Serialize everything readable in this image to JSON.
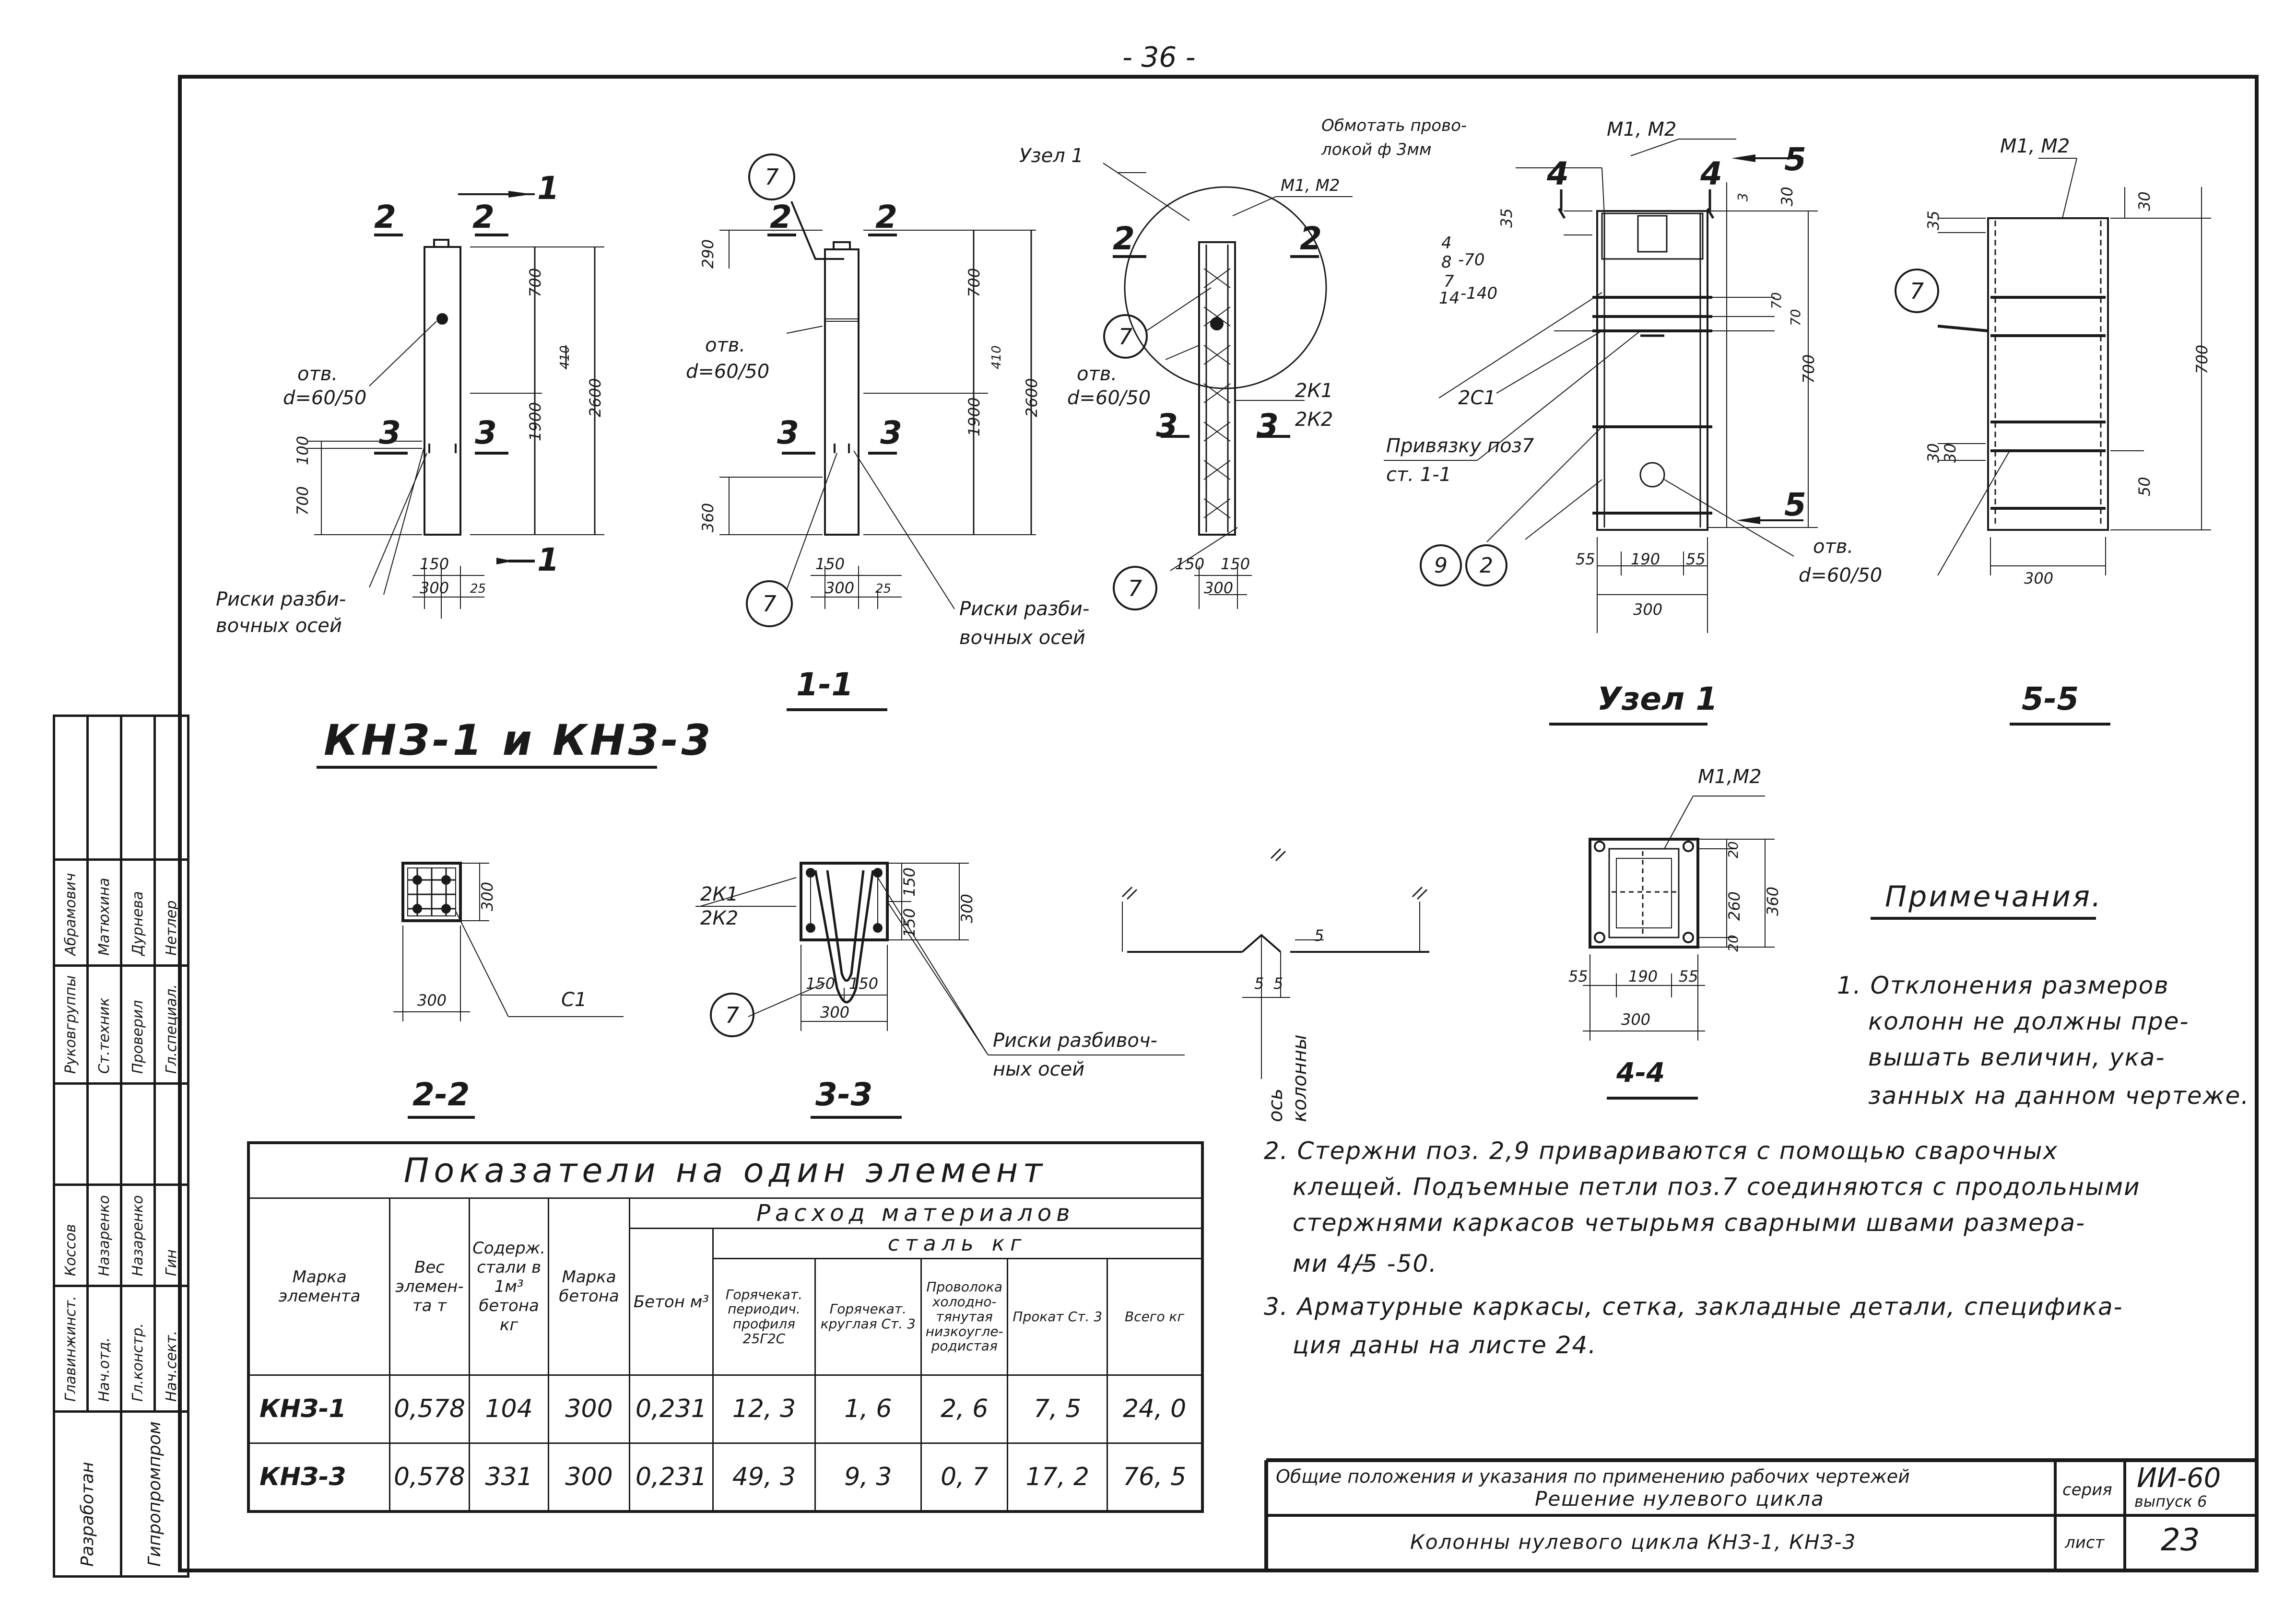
{
  "page_number": "- 36 -",
  "title": "КНЗ-1 и КНЗ-3",
  "sections": {
    "s11": "1-1",
    "s22": "2-2",
    "s33": "3-3",
    "s44": "4-4",
    "s55": "5-5",
    "uzel": "Узел 1"
  },
  "labels": {
    "otv": "отв.",
    "otv_d": "d=60/50",
    "riski1": "Риски разби-",
    "riski2": "вочных осей",
    "riski3_1": "Риски разби-",
    "riski3_2": "вочных осей",
    "riski_razb1": "Риски разбивоч-",
    "riski_razb2": "ных осей",
    "uzel1_ref": "Узел 1",
    "m1m2": "М1, М2",
    "m1m2b": "М1, М2",
    "m1m2c": "М1, М2",
    "m1m2d": "М1,М2",
    "obmotat1": "Обмотать прово-",
    "obmotat2": "локой ф 3мм",
    "privyazka1": "Привязку поз7",
    "privyazka2": "ст. 1-1",
    "k1": "2К1",
    "k2": "2К2",
    "k1b": "2К1",
    "k2b": "2К2",
    "c1": "2С1",
    "c1b": "С1",
    "os1": "ось",
    "os2": "колонны",
    "weld1": "4",
    "weld2": "8",
    "weld3": "-70",
    "weld4": "7",
    "weld5": "14",
    "weld6": "-140"
  },
  "callouts": [
    "7",
    "7",
    "7",
    "7",
    "7",
    "7",
    "9",
    "2"
  ],
  "cut_marks": {
    "c1": "1",
    "c4": "4",
    "c5": "5",
    "c2": "2",
    "c3": "3"
  },
  "dims": {
    "d700": "700",
    "d1900": "1900",
    "d2600": "2600",
    "d410": "410",
    "d100": "100",
    "d700b": "700",
    "d150": "150",
    "d300": "300",
    "d25": "25",
    "d290": "290",
    "d360": "360",
    "d35": "35",
    "d30": "30",
    "d70": "70",
    "d55": "55",
    "d190": "190",
    "d50": "50",
    "d20": "20",
    "d260": "260",
    "d5": "5",
    "d3": "3"
  },
  "notes": {
    "heading": "Примечания.",
    "n1": [
      "1.  Отклонения размеров",
      "колонн не должны пре-",
      "вышать величин, ука-",
      "занных на данном чертеже."
    ],
    "n2": [
      "2.  Стержни поз. 2,9 привариваются с помощью сварочных",
      "клещей. Подъемные петли поз.7 соединяются с продольными",
      "стержнями каркасов четырьмя сварными швами размера-",
      "ми  4/5 -50."
    ],
    "n2_frac_top": "4",
    "n2_frac_bot": "5",
    "n3": [
      "3.  Арматурные каркасы, сетка, закладные детали, специфика-",
      "ция даны на листе 24."
    ]
  },
  "table": {
    "caption": "Показатели на один элемент",
    "h_marka": "Марка элемента",
    "h_ves": "Вес элемен- та т",
    "h_soderzh": "Содерж. стали в 1м³ бетона кг",
    "h_marka_bet": "Марка бетона",
    "h_beton": "Бетон м³",
    "h_rashod": "Расход материалов",
    "h_stal": "сталь  кг",
    "h_c1": "Горячекат. периодич. профиля 25Г2С",
    "h_c2": "Горячекат. круглая Ст. 3",
    "h_c3": "Проволока холодно- тянутая низкоугле- родистая",
    "h_c4": "Прокат Ст. 3",
    "h_c5": "Всего кг",
    "rows": [
      [
        "КНЗ-1",
        "0,578",
        "104",
        "300",
        "0,231",
        "12, 3",
        "1, 6",
        "2, 6",
        "7, 5",
        "24, 0"
      ],
      [
        "КНЗ-3",
        "0,578",
        "331",
        "300",
        "0,231",
        "49, 3",
        "9, 3",
        "0, 7",
        "17, 2",
        "76, 5"
      ]
    ]
  },
  "title_block": {
    "desc1": "Общие положения и указания по применению рабочих чертежей",
    "desc2": "Решение нулевого цикла",
    "sheet_title": "Колонны нулевого цикла КНЗ-1, КНЗ-3",
    "seria_lbl": "серия",
    "seria": "ИИ-60",
    "vypusk": "выпуск 6",
    "list_lbl": "лист",
    "list": "23"
  },
  "side_stamp": {
    "razrab": "Разработан",
    "org": "Гипропромпром",
    "rows": [
      [
        "Главинжинст.",
        "Коссов"
      ],
      [
        "Нач.отд.",
        "Назаренко"
      ],
      [
        "Гл.констр.",
        "Назаренко"
      ],
      [
        "Нач.сект.",
        "Гин"
      ],
      [
        "Гл.специал.",
        "Нетлер"
      ],
      [
        "Руковгруппы",
        "Абрамович"
      ],
      [
        "Ст.техник",
        "Матюхина"
      ],
      [
        "Проверил",
        "Дурнева"
      ]
    ]
  }
}
